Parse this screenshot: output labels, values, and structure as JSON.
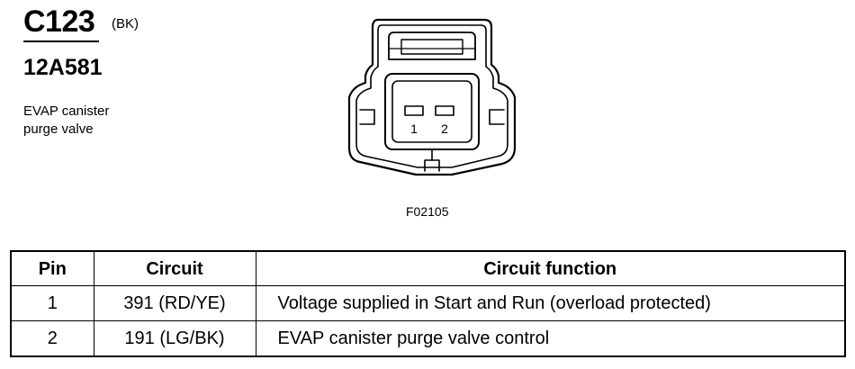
{
  "header": {
    "connector_id": "C123",
    "color_code": "(BK)",
    "part_number": "12A581",
    "description_lines": [
      "EVAP canister",
      "purge valve"
    ]
  },
  "diagram": {
    "pin_labels": [
      "1",
      "2"
    ],
    "figure_id": "F02105"
  },
  "table": {
    "headers": [
      "Pin",
      "Circuit",
      "Circuit function"
    ],
    "rows": [
      {
        "pin": "1",
        "circuit": "391 (RD/YE)",
        "function": "Voltage supplied in Start and Run (overload protected)"
      },
      {
        "pin": "2",
        "circuit": "191 (LG/BK)",
        "function": "EVAP canister purge valve control"
      }
    ]
  }
}
